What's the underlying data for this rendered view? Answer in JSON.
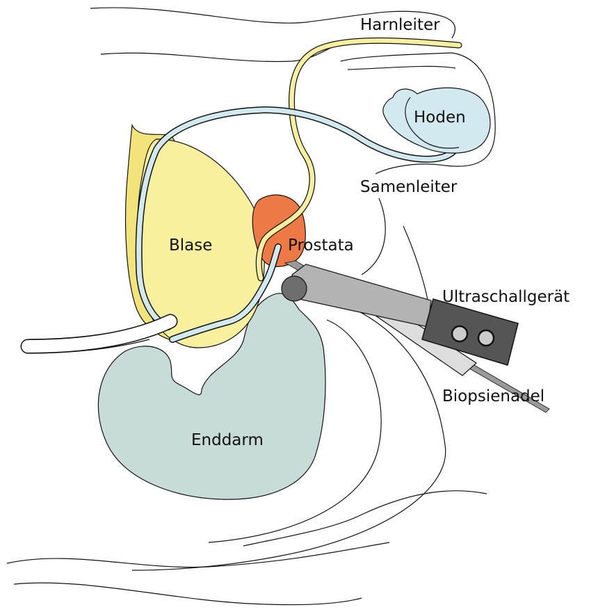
{
  "labels": {
    "harnleiter": "Harnleiter",
    "hoden": "Hoden",
    "samenleiter": "Samenleiter",
    "blase": "Blase",
    "prostata": "Prostata",
    "ultraschallgeraet": "Ultraschallgerät",
    "biopsienadel": "Biopsienadel",
    "enddarm": "Enddarm"
  },
  "colors": {
    "bladder": "#f8ef9f",
    "bladder_back": "#f2e37a",
    "prostate": "#ed7a45",
    "rectum": "#c7dcd9",
    "testis": "#d2e9ef",
    "vas_deferens": "#d2e9ef",
    "ureter": "#f8ef9f",
    "probe_shaft": "#b3b3b3",
    "probe_head": "#555555",
    "needle": "#d9d9d9",
    "outline": "#111111"
  }
}
